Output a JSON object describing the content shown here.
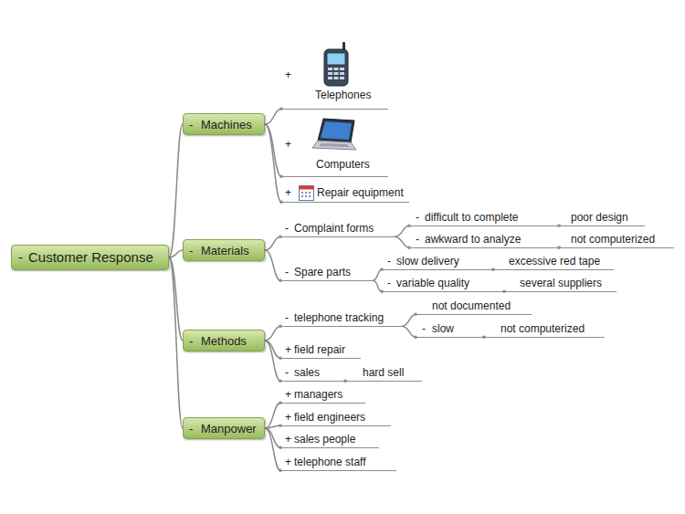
{
  "diagram": {
    "nodes": [
      {
        "text": [
          "-",
          "Customer Response"
        ]
      },
      {
        "text": [
          "-",
          "Machines"
        ]
      },
      {
        "text": [
          "+",
          "Telephones"
        ]
      },
      {
        "text": [
          "+",
          "Computers"
        ]
      },
      {
        "text": [
          "+",
          "Repair equipment"
        ]
      },
      {
        "text": [
          "-",
          "Materials"
        ]
      },
      {
        "text": [
          "-",
          "Complaint forms"
        ]
      },
      {
        "text": [
          "-",
          "difficult to complete"
        ]
      },
      {
        "text": [
          "poor design"
        ]
      },
      {
        "text": [
          "-",
          "awkward to analyze"
        ]
      },
      {
        "text": [
          "not computerized"
        ]
      },
      {
        "text": [
          "-",
          "Spare parts"
        ]
      },
      {
        "text": [
          "-",
          "slow delivery"
        ]
      },
      {
        "text": [
          "excessive red tape"
        ]
      },
      {
        "text": [
          "-",
          "variable quality"
        ]
      },
      {
        "text": [
          "several suppliers"
        ]
      },
      {
        "text": [
          "-",
          "Methods"
        ]
      },
      {
        "text": [
          "-",
          "telephone tracking"
        ]
      },
      {
        "text": [
          "not documented"
        ]
      },
      {
        "text": [
          "-",
          "slow"
        ]
      },
      {
        "text": [
          "not computerized"
        ]
      },
      {
        "text": [
          "+",
          "field repair"
        ]
      },
      {
        "text": [
          "-",
          "sales"
        ]
      },
      {
        "text": [
          "hard sell"
        ]
      },
      {
        "text": [
          "-",
          "Manpower"
        ]
      },
      {
        "text": [
          "+",
          "managers"
        ]
      },
      {
        "text": [
          "+",
          "field engineers"
        ]
      },
      {
        "text": [
          "+",
          "sales people"
        ]
      },
      {
        "text": [
          "+",
          "telephone staff"
        ]
      }
    ],
    "edges": [
      {
        "from": 0,
        "to": 1,
        "arrow": "none"
      },
      {
        "from": 0,
        "to": 5,
        "arrow": "none"
      },
      {
        "from": 0,
        "to": 16,
        "arrow": "none"
      },
      {
        "from": 0,
        "to": 24,
        "arrow": "none"
      },
      {
        "from": 1,
        "to": 2,
        "arrow": "none"
      },
      {
        "from": 1,
        "to": 3,
        "arrow": "none"
      },
      {
        "from": 1,
        "to": 4,
        "arrow": "none"
      },
      {
        "from": 5,
        "to": 6,
        "arrow": "none"
      },
      {
        "from": 5,
        "to": 11,
        "arrow": "none"
      },
      {
        "from": 6,
        "to": 7,
        "arrow": "none"
      },
      {
        "from": 6,
        "to": 9,
        "arrow": "none"
      },
      {
        "from": 7,
        "to": 8,
        "arrow": "none"
      },
      {
        "from": 9,
        "to": 10,
        "arrow": "none"
      },
      {
        "from": 11,
        "to": 12,
        "arrow": "none"
      },
      {
        "from": 11,
        "to": 14,
        "arrow": "none"
      },
      {
        "from": 12,
        "to": 13,
        "arrow": "none"
      },
      {
        "from": 14,
        "to": 15,
        "arrow": "none"
      },
      {
        "from": 16,
        "to": 17,
        "arrow": "none"
      },
      {
        "from": 16,
        "to": 21,
        "arrow": "none"
      },
      {
        "from": 16,
        "to": 22,
        "arrow": "none"
      },
      {
        "from": 17,
        "to": 18,
        "arrow": "none"
      },
      {
        "from": 17,
        "to": 19,
        "arrow": "none"
      },
      {
        "from": 19,
        "to": 20,
        "arrow": "none"
      },
      {
        "from": 22,
        "to": 23,
        "arrow": "none"
      },
      {
        "from": 24,
        "to": 25,
        "arrow": "none"
      },
      {
        "from": 24,
        "to": 26,
        "arrow": "none"
      },
      {
        "from": 24,
        "to": 27,
        "arrow": "none"
      },
      {
        "from": 24,
        "to": 28,
        "arrow": "none"
      }
    ]
  }
}
